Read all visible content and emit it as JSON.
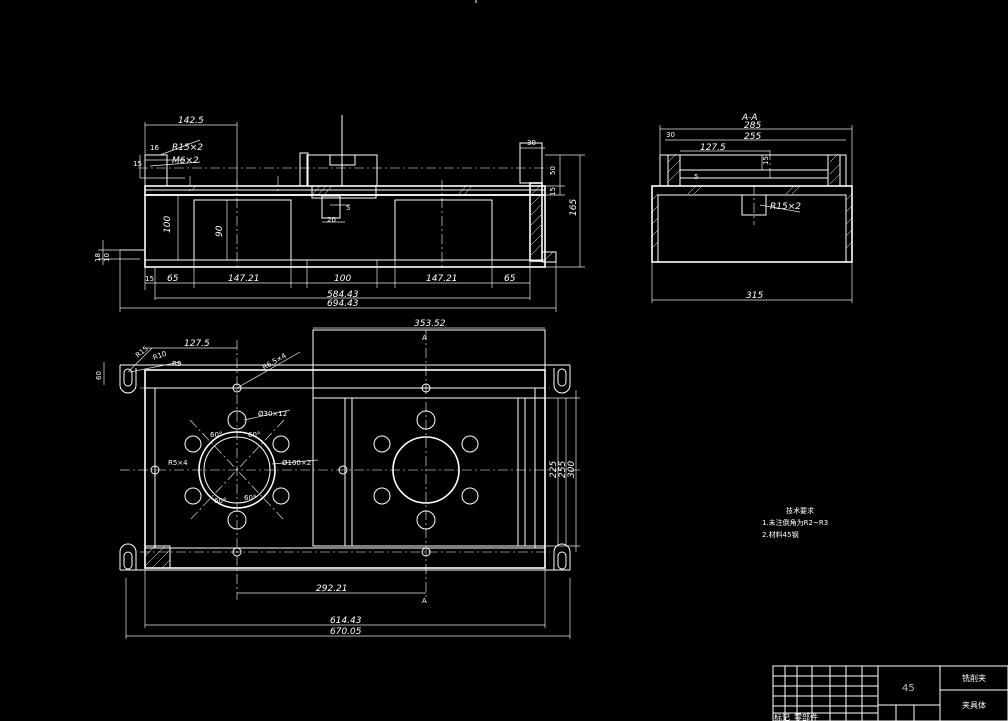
{
  "drawing": {
    "front_view": {
      "dims": {
        "d142_5": "142.5",
        "d16": "16",
        "d15": "15",
        "r15x2": "R15×2",
        "m6x2": "M6×2",
        "d100v": "100",
        "d90": "90",
        "d30": "30",
        "d15b": "15",
        "d50": "50",
        "d165": "165",
        "d5": "5",
        "d20": "20",
        "d18": "18",
        "d10": "10",
        "d15c": "15",
        "d65a": "65",
        "d147a": "147.21",
        "d100h": "100",
        "d147b": "147.21",
        "d65b": "65",
        "d584": "584.43",
        "d694": "694.43"
      }
    },
    "section_view": {
      "title": "A-A",
      "dims": {
        "d285": "285",
        "d255": "255",
        "d30": "30",
        "d127": "127.5",
        "d15": "15",
        "d5": "5",
        "r15x2": "R15×2",
        "d315": "315"
      }
    },
    "top_view": {
      "dims": {
        "d353": "353.52",
        "d127": "127.5",
        "d60": "60",
        "r15": "R15",
        "r10": "R10",
        "r9": "R9",
        "r6": "R6.5×4",
        "phi30": "Ø30×12",
        "phi100": "Ø100×2",
        "r5": "R5×4",
        "a60a": "60°",
        "a60b": "60°",
        "a60c": "60°",
        "a60d": "60°",
        "d225": "225",
        "d255": "255",
        "d300": "300",
        "d292": "292.21",
        "d614": "614.43",
        "d670": "670.05",
        "secA_top": "A",
        "secA_bot": "A"
      }
    },
    "notes": {
      "title": "技术要求",
      "line1": "1.未注倒角为R2~R3",
      "line2": "2.材料45钢"
    },
    "title_block": {
      "material": "45",
      "name1": "铣削夹",
      "name2": "夹具体",
      "part": "零部件",
      "mark": "标记"
    }
  }
}
